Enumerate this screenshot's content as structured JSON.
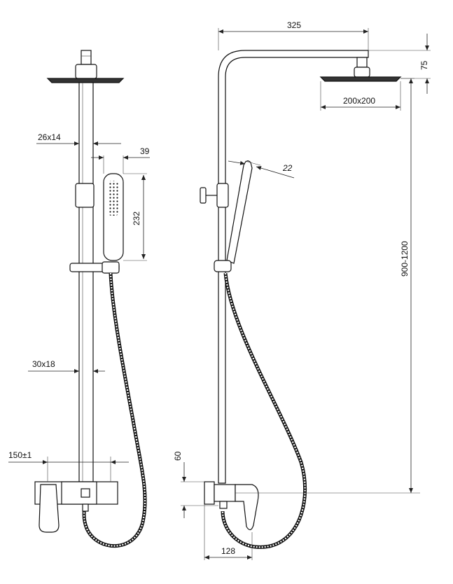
{
  "dimensions": {
    "pipe_upper": "26x14",
    "handshower_width": "39",
    "handshower_length": "232",
    "pipe_lower": "30x18",
    "mixer_spacing": "150±1",
    "arm_length": "325",
    "head_offset": "75",
    "head_size": "200x200",
    "handshower_angle": "22",
    "height_range": "900-1200",
    "mixer_height": "60",
    "mixer_depth": "128"
  }
}
